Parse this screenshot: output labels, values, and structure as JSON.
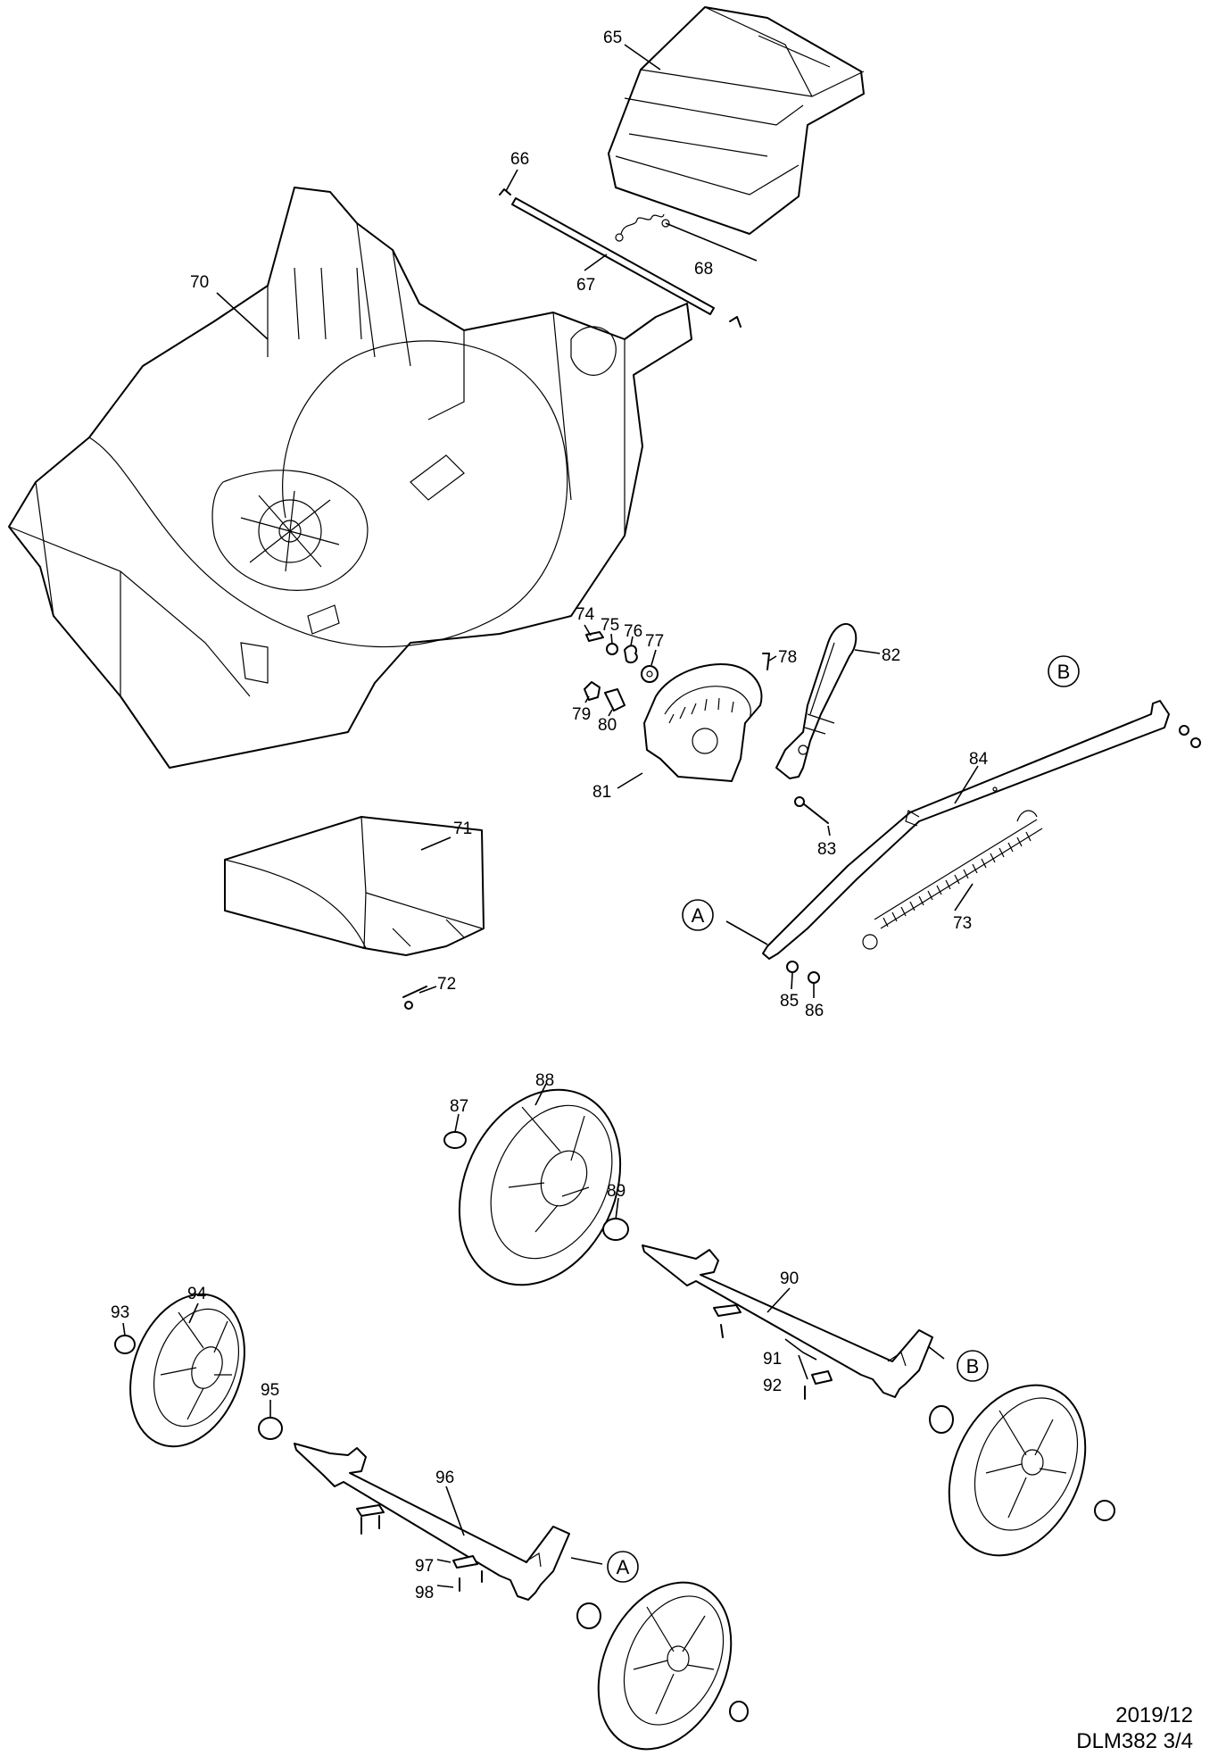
{
  "parts": [
    {
      "id": "65",
      "label": "65"
    },
    {
      "id": "66",
      "label": "66"
    },
    {
      "id": "67",
      "label": "67"
    },
    {
      "id": "68",
      "label": "68"
    },
    {
      "id": "70",
      "label": "70"
    },
    {
      "id": "71",
      "label": "71"
    },
    {
      "id": "72",
      "label": "72"
    },
    {
      "id": "73",
      "label": "73"
    },
    {
      "id": "74",
      "label": "74"
    },
    {
      "id": "75",
      "label": "75"
    },
    {
      "id": "76",
      "label": "76"
    },
    {
      "id": "77",
      "label": "77"
    },
    {
      "id": "78",
      "label": "78"
    },
    {
      "id": "79",
      "label": "79"
    },
    {
      "id": "80",
      "label": "80"
    },
    {
      "id": "81",
      "label": "81"
    },
    {
      "id": "82",
      "label": "82"
    },
    {
      "id": "83",
      "label": "83"
    },
    {
      "id": "84",
      "label": "84"
    },
    {
      "id": "85",
      "label": "85"
    },
    {
      "id": "86",
      "label": "86"
    },
    {
      "id": "87",
      "label": "87"
    },
    {
      "id": "88",
      "label": "88"
    },
    {
      "id": "89",
      "label": "89"
    },
    {
      "id": "90",
      "label": "90"
    },
    {
      "id": "91",
      "label": "91"
    },
    {
      "id": "92",
      "label": "92"
    },
    {
      "id": "93",
      "label": "93"
    },
    {
      "id": "94",
      "label": "94"
    },
    {
      "id": "95",
      "label": "95"
    },
    {
      "id": "96",
      "label": "96"
    },
    {
      "id": "97",
      "label": "97"
    },
    {
      "id": "98",
      "label": "98"
    }
  ],
  "refs": {
    "a": "A",
    "b": "B"
  },
  "footer": {
    "date": "2019/12",
    "model_page": "DLM382  3/4"
  }
}
